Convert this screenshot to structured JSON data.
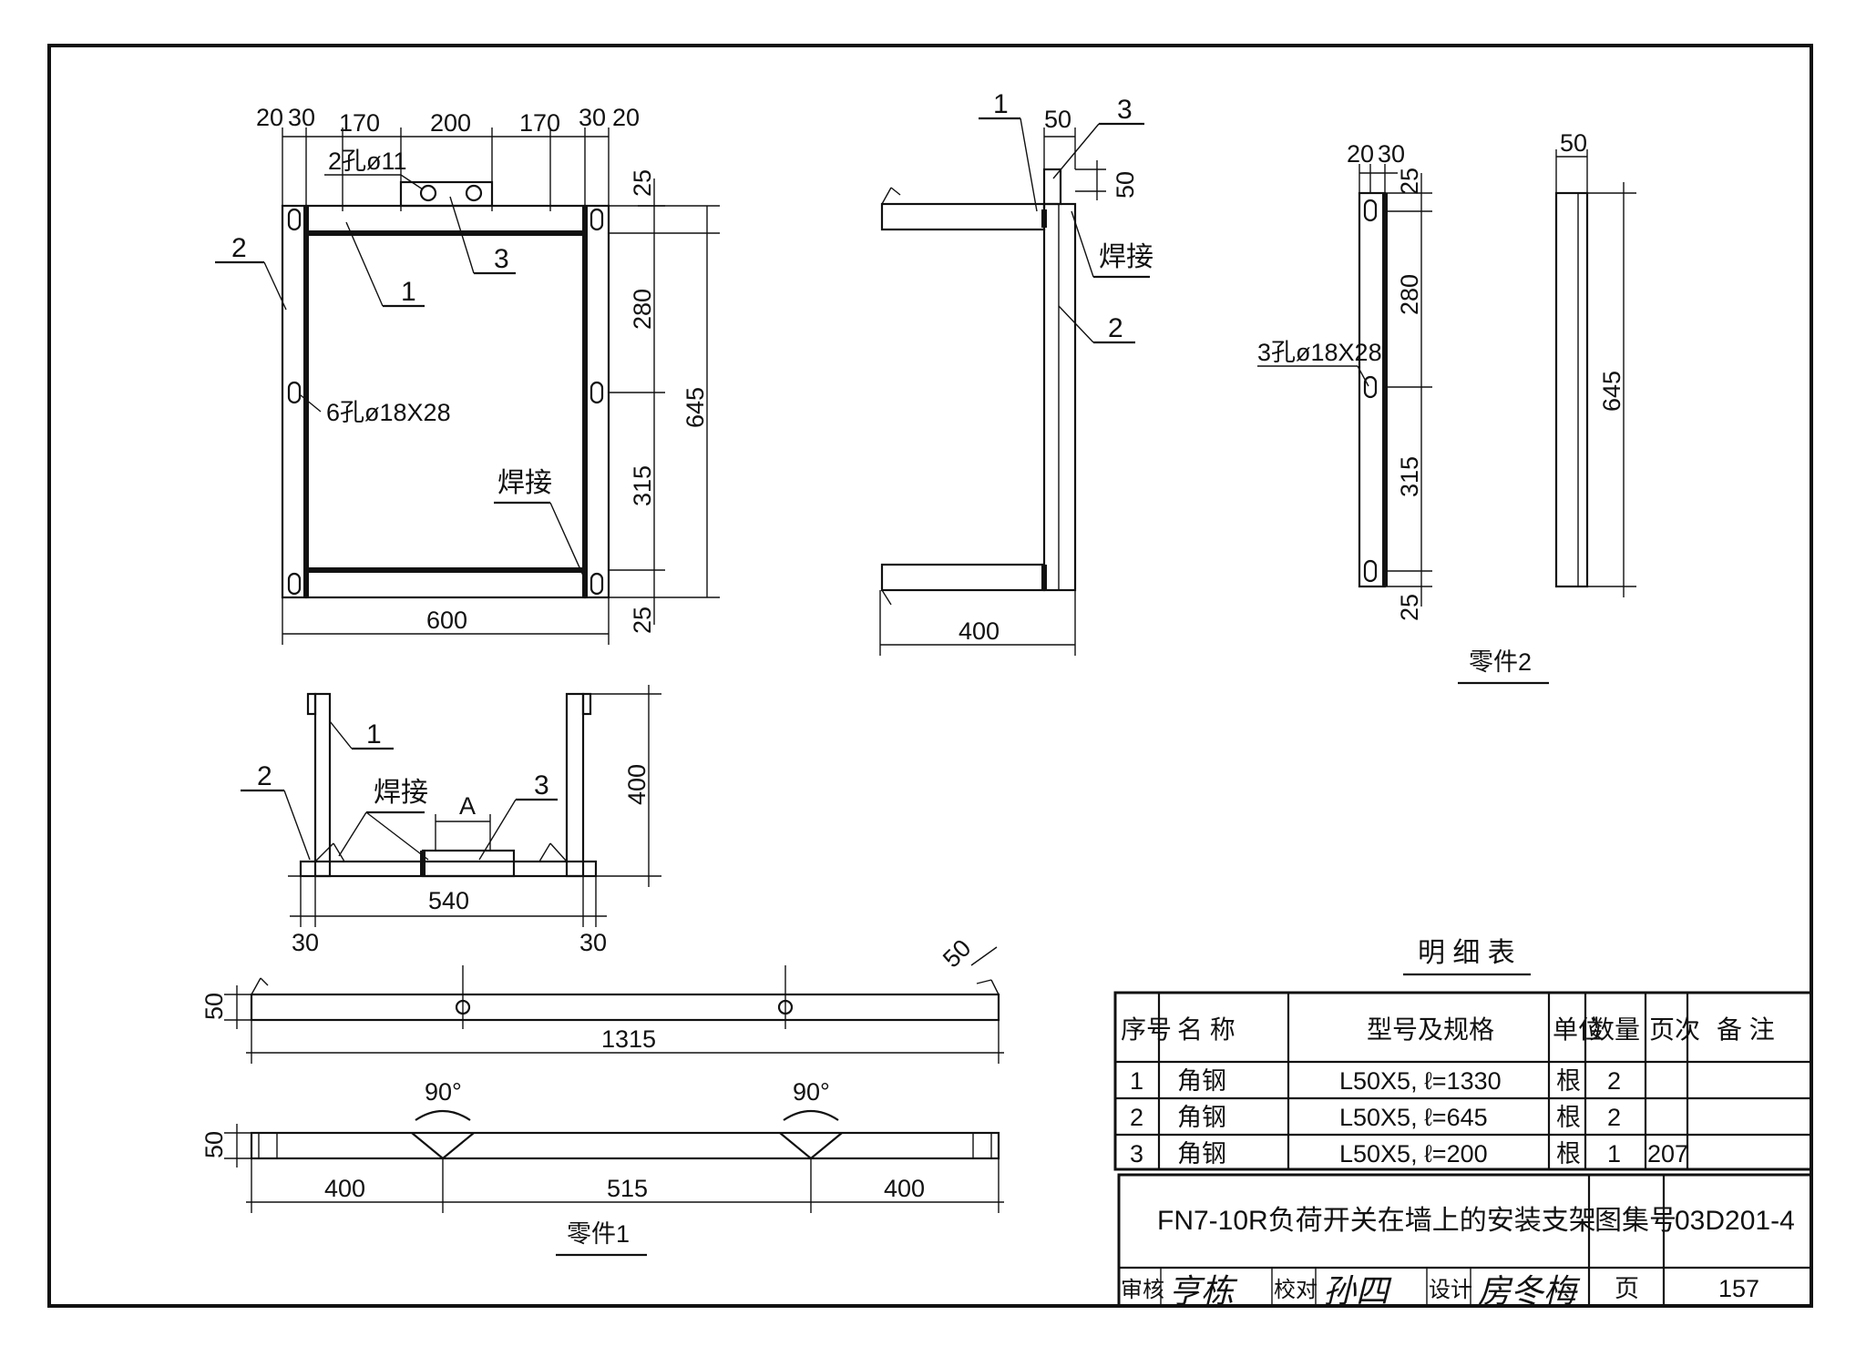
{
  "front": {
    "dim_top": [
      "20",
      "30",
      "170",
      "200",
      "170",
      "30",
      "20"
    ],
    "holes_top": "2孔ø11",
    "label_1": "1",
    "label_2": "2",
    "label_3": "3",
    "holes_side": "6孔ø18X28",
    "weld": "焊接",
    "dim_right": [
      "25",
      "280",
      "315",
      "25"
    ],
    "dim_total": "645",
    "dim_width": "600"
  },
  "side": {
    "label_1": "1",
    "label_3": "3",
    "label_2": "2",
    "dim_50a": "50",
    "dim_50b": "50",
    "weld": "焊接",
    "dim_depth": "400"
  },
  "part2": {
    "dim_top": [
      "20",
      "30"
    ],
    "dim_50": "50",
    "dims_v": [
      "25",
      "280",
      "315",
      "25"
    ],
    "dim_total": "645",
    "holes": "3孔ø18X28",
    "caption": "零件2"
  },
  "plan": {
    "label_1": "1",
    "label_2": "2",
    "label_3": "3",
    "weld": "焊接",
    "dim_A": "A",
    "dim_400": "400",
    "dim_540": "540",
    "dim_30l": "30",
    "dim_30r": "30"
  },
  "part1": {
    "dim_50_end": "50",
    "dim_50_a": "50",
    "dim_1315": "1315",
    "angle_l": "90°",
    "angle_r": "90°",
    "dim_50_b": "50",
    "dims_bottom": [
      "400",
      "515",
      "400"
    ],
    "caption": "零件1"
  },
  "bom": {
    "title": "明 细 表",
    "headers": {
      "no": "序号",
      "name": "名 称",
      "spec": "型号及规格",
      "unit": "单位",
      "qty": "数量",
      "page": "页次",
      "remark": "备 注"
    },
    "rows": [
      {
        "no": "1",
        "name": "角钢",
        "spec": "L50X5, ℓ=1330",
        "unit": "根",
        "qty": "2",
        "page": ""
      },
      {
        "no": "2",
        "name": "角钢",
        "spec": "L50X5, ℓ=645",
        "unit": "根",
        "qty": "2",
        "page": ""
      },
      {
        "no": "3",
        "name": "角钢",
        "spec": "L50X5, ℓ=200",
        "unit": "根",
        "qty": "1",
        "page": "207"
      }
    ]
  },
  "title_block": {
    "title": "FN7-10R负荷开关在墙上的安装支架",
    "atlas_label": "图集号",
    "atlas_no": "03D201-4",
    "review": "审核",
    "check": "校对",
    "design": "设计",
    "page_label": "页",
    "page_no": "157"
  }
}
